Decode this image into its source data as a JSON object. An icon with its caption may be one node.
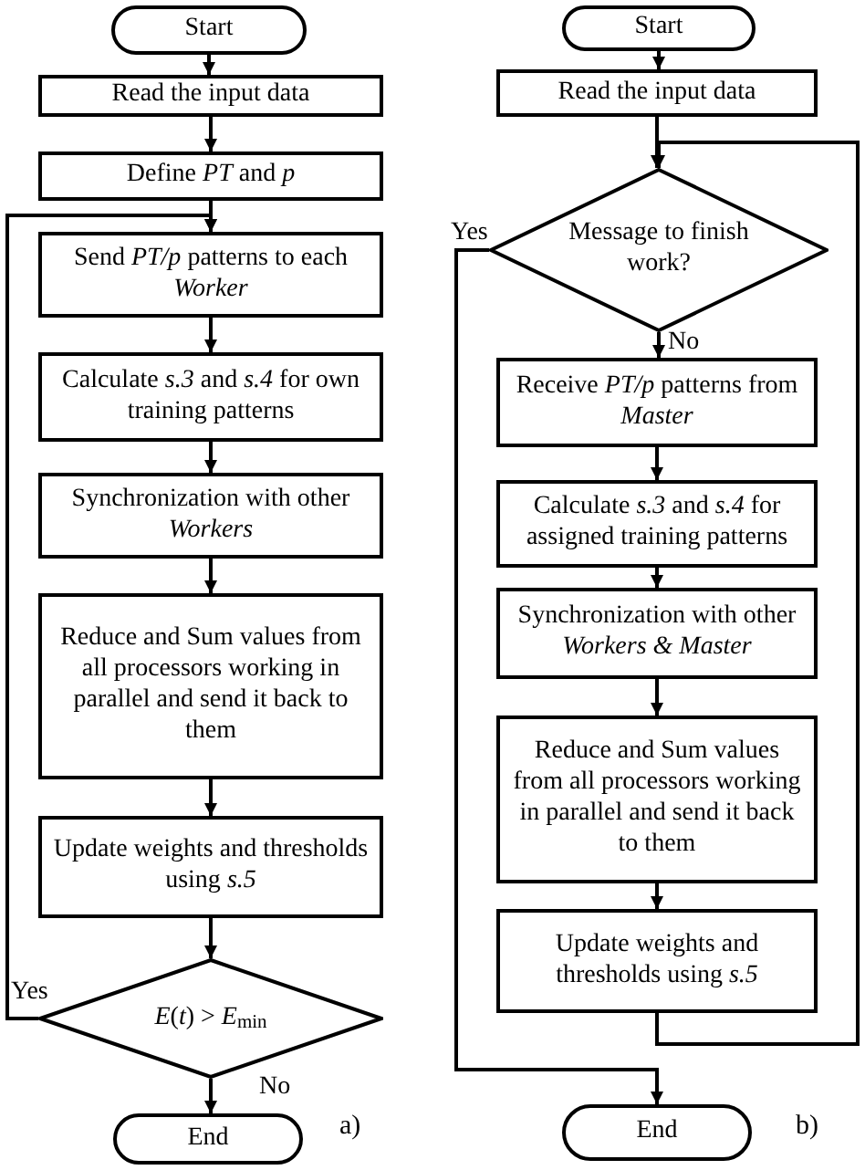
{
  "diagram": {
    "nodes": [
      {
        "text": [
          "Start"
        ]
      },
      {
        "text": [
          "Read the input data"
        ]
      },
      {
        "text": [
          "Define *PT* and *p*"
        ]
      },
      {
        "text": [
          "Send *PT/p* patterns to each *Worker*"
        ]
      },
      {
        "text": [
          "Calculate *s.3* and *s.4* for own training patterns"
        ]
      },
      {
        "text": [
          "Synchronization with other *Workers*"
        ]
      },
      {
        "text": [
          "Reduce and Sum values from all processors working in parallel and send it back to them"
        ]
      },
      {
        "text": [
          "Update weights and thresholds using *s.5*"
        ]
      },
      {
        "text": [
          "*E*(*t*) > *E*$_{min}$"
        ]
      },
      {
        "text": [
          "End"
        ]
      },
      {
        "text": [
          "Start"
        ]
      },
      {
        "text": [
          "Read the input data"
        ]
      },
      {
        "text": [
          "Message to finish work?"
        ]
      },
      {
        "text": [
          "Receive *PT/p* patterns from *Master*"
        ]
      },
      {
        "text": [
          "Calculate *s.3* and *s.4* for assigned training patterns"
        ]
      },
      {
        "text": [
          "Synchronization with other *Workers & Master*"
        ]
      },
      {
        "text": [
          "Reduce and Sum values from all processors working in parallel and send it back to them"
        ]
      },
      {
        "text": [
          "Update weights and thresholds using *s.5*"
        ]
      },
      {
        "text": [
          "End"
        ]
      }
    ],
    "edges": [
      {
        "from": 0,
        "to": 1,
        "arrow": "to"
      },
      {
        "from": 1,
        "to": 2,
        "arrow": "to"
      },
      {
        "from": 2,
        "to": 3,
        "arrow": "to"
      },
      {
        "from": 3,
        "to": 4,
        "arrow": "to"
      },
      {
        "from": 4,
        "to": 5,
        "arrow": "to"
      },
      {
        "from": 5,
        "to": 6,
        "arrow": "to"
      },
      {
        "from": 6,
        "to": 7,
        "arrow": "to"
      },
      {
        "from": 7,
        "to": 8,
        "arrow": "to"
      },
      {
        "from": 8,
        "to": 3,
        "arrow": "to",
        "label": "Yes"
      },
      {
        "from": 8,
        "to": 9,
        "arrow": "to",
        "label": "No"
      },
      {
        "from": 10,
        "to": 11,
        "arrow": "to"
      },
      {
        "from": 11,
        "to": 12,
        "arrow": "to"
      },
      {
        "from": 12,
        "to": 13,
        "arrow": "to",
        "label": "No"
      },
      {
        "from": 13,
        "to": 14,
        "arrow": "to"
      },
      {
        "from": 14,
        "to": 15,
        "arrow": "to"
      },
      {
        "from": 15,
        "to": 16,
        "arrow": "to"
      },
      {
        "from": 16,
        "to": 17,
        "arrow": "to"
      },
      {
        "from": 17,
        "to": 12,
        "arrow": "to"
      },
      {
        "from": 12,
        "to": 18,
        "arrow": "to",
        "label": "Yes"
      }
    ],
    "labels": [
      "a)",
      "b)"
    ]
  }
}
